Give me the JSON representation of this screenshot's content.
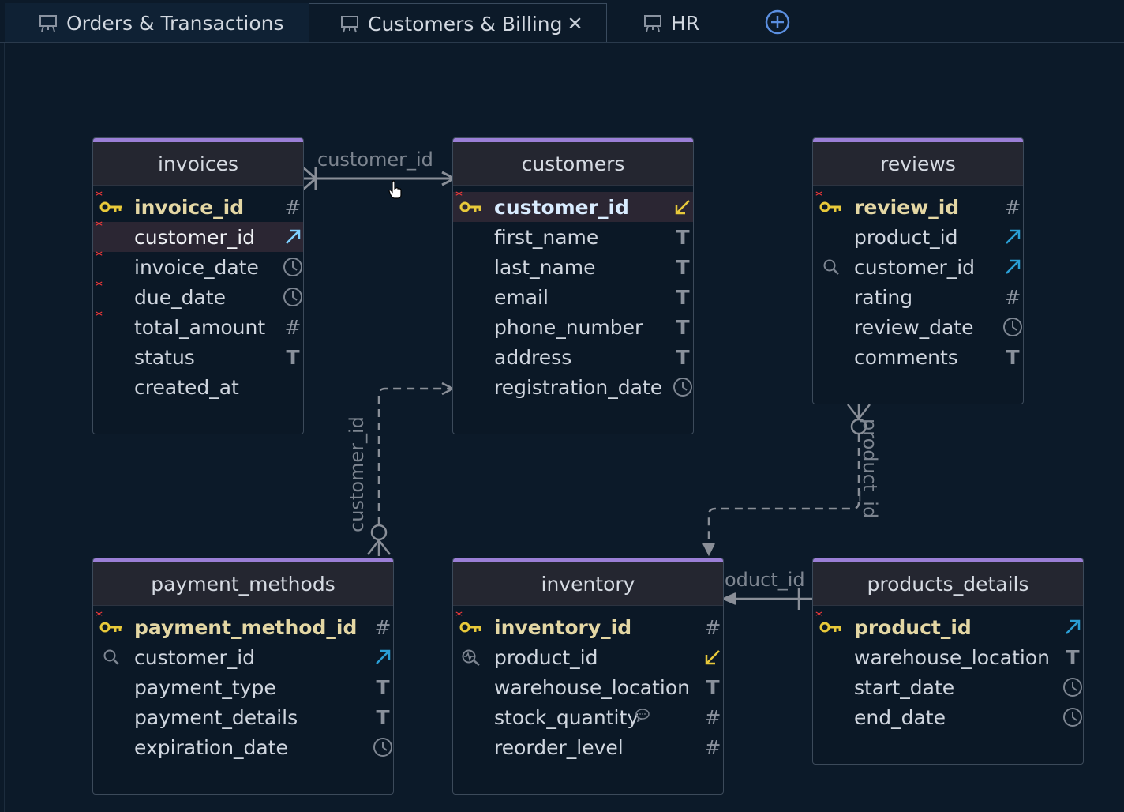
{
  "tabs": [
    {
      "label": "Orders & Transactions",
      "icon": "diagram-icon",
      "active": false
    },
    {
      "label": "Customers & Billing",
      "icon": "diagram-icon",
      "active": true,
      "close": "✕"
    },
    {
      "label": "HR",
      "icon": "diagram-icon",
      "active": false
    }
  ],
  "add_tab_icon": "plus-circle-icon",
  "tables": {
    "invoices": {
      "title": "invoices",
      "columns": [
        {
          "name": "invoice_id",
          "type": "#",
          "pk": true,
          "required": true
        },
        {
          "name": "customer_id",
          "type": "fk-arrow",
          "required": true,
          "selected": true
        },
        {
          "name": "invoice_date",
          "type": "clock",
          "required": true
        },
        {
          "name": "due_date",
          "type": "clock",
          "required": true
        },
        {
          "name": "total_amount",
          "type": "#",
          "required": true
        },
        {
          "name": "status",
          "type": "T"
        },
        {
          "name": "created_at",
          "type": ""
        }
      ]
    },
    "customers": {
      "title": "customers",
      "columns": [
        {
          "name": "customer_id",
          "type": "ref-arrow",
          "pk": true,
          "required": true,
          "selected": true
        },
        {
          "name": "first_name",
          "type": "T"
        },
        {
          "name": "last_name",
          "type": "T"
        },
        {
          "name": "email",
          "type": "T"
        },
        {
          "name": "phone_number",
          "type": "T"
        },
        {
          "name": "address",
          "type": "T"
        },
        {
          "name": "registration_date",
          "type": "clock"
        }
      ]
    },
    "reviews": {
      "title": "reviews",
      "columns": [
        {
          "name": "review_id",
          "type": "#",
          "pk": true,
          "required": true
        },
        {
          "name": "product_id",
          "type": "fk-arrow"
        },
        {
          "name": "customer_id",
          "type": "fk-arrow",
          "lead": "search"
        },
        {
          "name": "rating",
          "type": "#"
        },
        {
          "name": "review_date",
          "type": "clock"
        },
        {
          "name": "comments",
          "type": "T"
        }
      ]
    },
    "payment_methods": {
      "title": "payment_methods",
      "columns": [
        {
          "name": "payment_method_id",
          "type": "#",
          "pk": true,
          "required": true
        },
        {
          "name": "customer_id",
          "type": "fk-arrow",
          "lead": "search"
        },
        {
          "name": "payment_type",
          "type": "T"
        },
        {
          "name": "payment_details",
          "type": "T"
        },
        {
          "name": "expiration_date",
          "type": "clock"
        }
      ]
    },
    "inventory": {
      "title": "inventory",
      "columns": [
        {
          "name": "inventory_id",
          "type": "#",
          "pk": true,
          "required": true
        },
        {
          "name": "product_id",
          "type": "ref-arrow",
          "lead": "index"
        },
        {
          "name": "warehouse_location",
          "type": "T"
        },
        {
          "name": "stock_quantity",
          "type": "#",
          "comment": true
        },
        {
          "name": "reorder_level",
          "type": "#"
        }
      ]
    },
    "products_details": {
      "title": "products_details",
      "columns": [
        {
          "name": "product_id",
          "type": "fk-arrow",
          "pk": true,
          "required": true
        },
        {
          "name": "warehouse_location",
          "type": "T"
        },
        {
          "name": "start_date",
          "type": "clock"
        },
        {
          "name": "end_date",
          "type": "clock"
        }
      ]
    }
  },
  "relations": {
    "invoices_customers": "customer_id",
    "payment_customers": "customer_id",
    "reviews_inventory": "product_id",
    "products_inventory": "oduct_id"
  },
  "colors": {
    "background": "#0c1a29",
    "table_accent": "#9b7fd6",
    "header_bg": "#242630",
    "pk_text": "#e4d7a4",
    "key_icon": "#e8c93a",
    "fk_arrow": "#2a9fd6",
    "ref_arrow": "#e8c93a",
    "required_star": "#ff3b3b"
  }
}
